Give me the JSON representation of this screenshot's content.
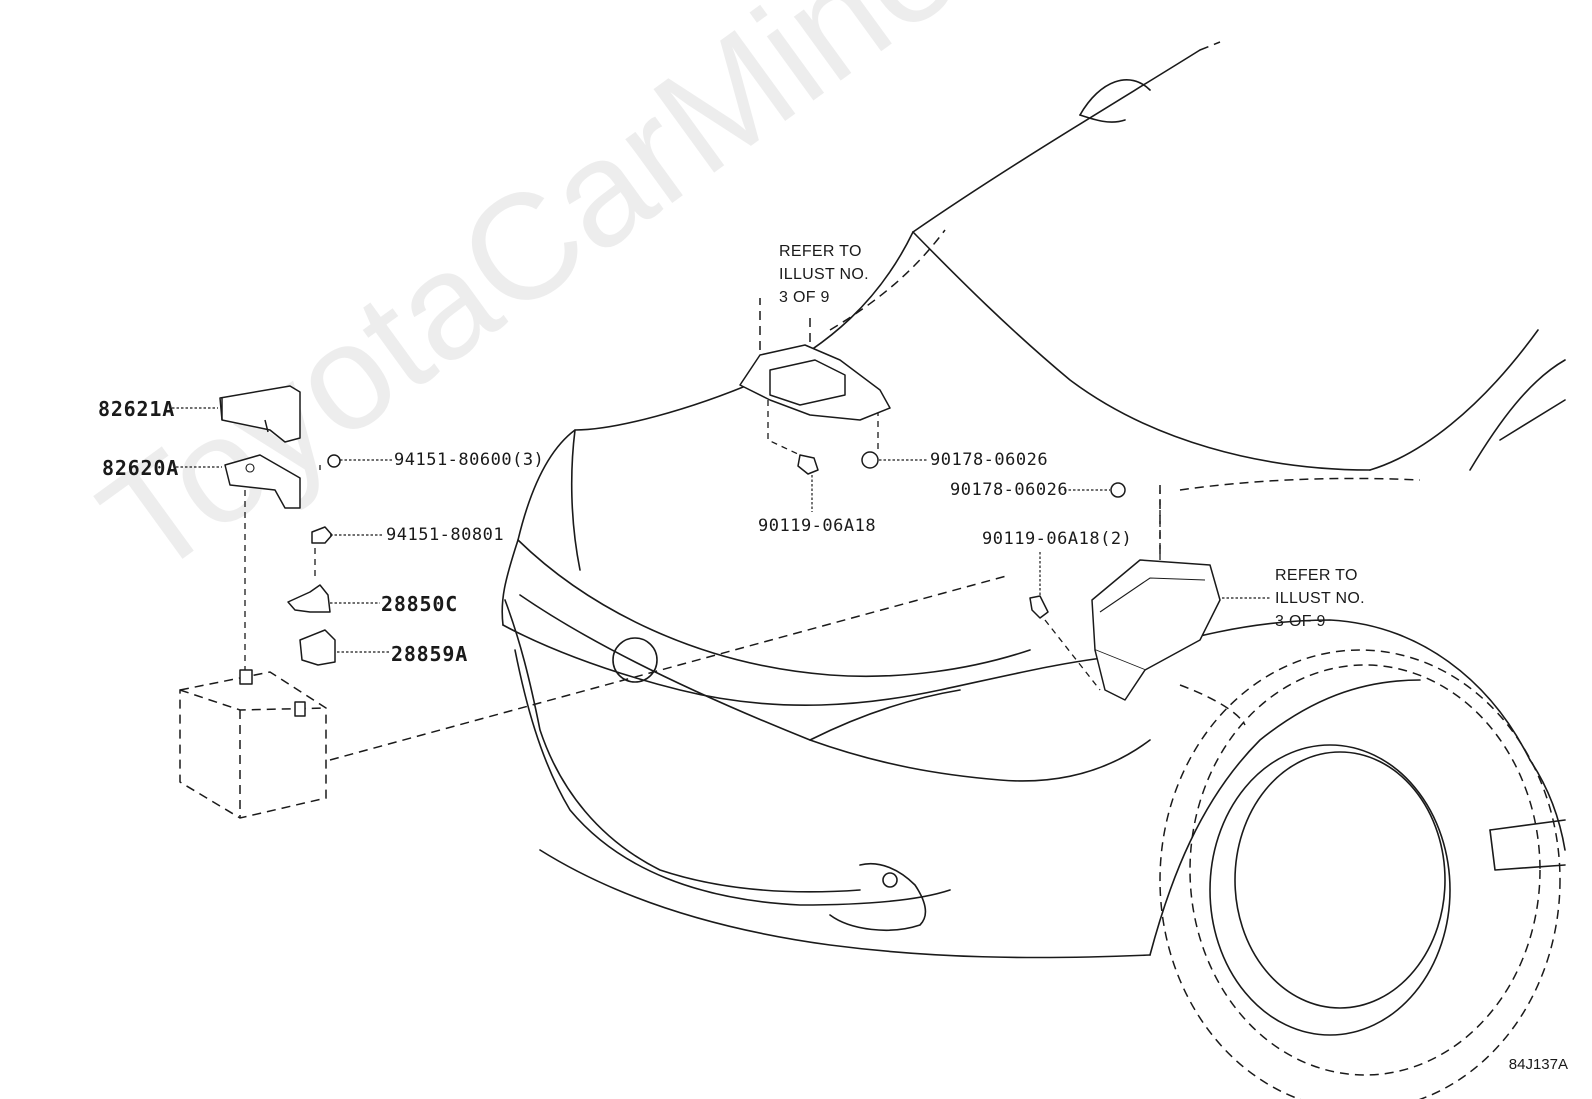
{
  "watermark": "ToyotaCarMine.ru",
  "illustration_code": "84J137A",
  "notes": {
    "refer_top": [
      "REFER TO",
      "ILLUST NO.",
      "3 OF 9"
    ],
    "refer_right": [
      "REFER TO",
      "ILLUST NO.",
      "3 OF 9"
    ]
  },
  "parts": {
    "p82621A": "82621A",
    "p82620A": "82620A",
    "p9415180600": "94151-80600(3)",
    "p9415180801": "94151-80801",
    "p28850C": "28850C",
    "p28859A": "28859A",
    "p9011906A18": "90119-06A18",
    "p9017806026a": "90178-06026",
    "p9017806026b": "90178-06026",
    "p9011906A18x2": "90119-06A18(2)"
  }
}
